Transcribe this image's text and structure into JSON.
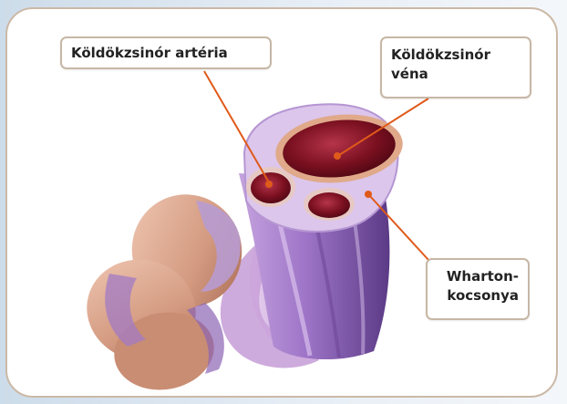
{
  "diagram": {
    "labels": {
      "artery": "Köldökzsinór artéria",
      "vein_line1": "Köldökzsinór",
      "vein_line2": "véna",
      "wharton_line1": "Wharton-",
      "wharton_line2": "kocsonya"
    },
    "colors": {
      "frame_border": "#cbb9a6",
      "leader_line": "#e05a1a",
      "vessel": "#7a1020",
      "jelly": "#d9c3ea",
      "cord_body": "#8c64b3",
      "coil": "#d9a891"
    }
  }
}
